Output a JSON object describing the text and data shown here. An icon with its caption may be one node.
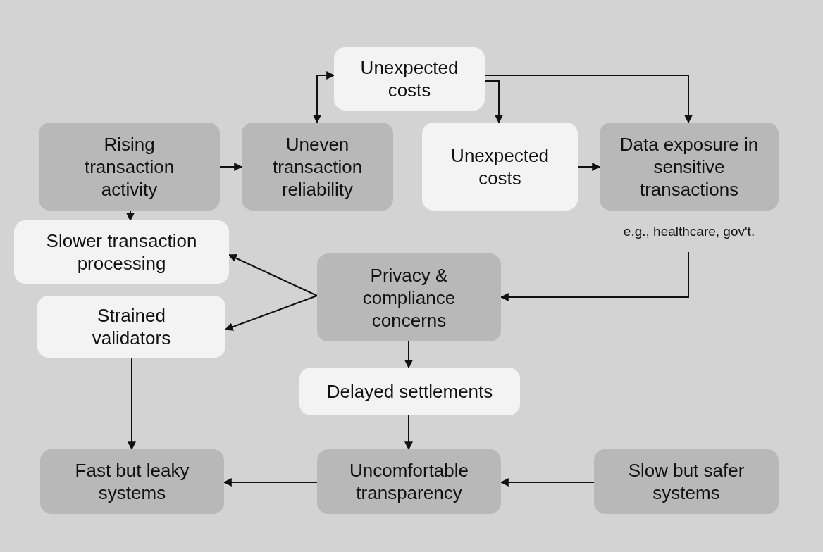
{
  "diagram": {
    "nodes": [
      {
        "text": [
          "Unexpected costs"
        ]
      },
      {
        "text": [
          "Rising transaction activity"
        ]
      },
      {
        "text": [
          "Uneven transaction reliability"
        ]
      },
      {
        "text": [
          "Unexpected costs"
        ]
      },
      {
        "text": [
          "Data exposure in sensitive transactions"
        ],
        "beside": [
          "e.g., healthcare, gov't."
        ]
      },
      {
        "text": [
          "Slower transaction processing"
        ]
      },
      {
        "text": [
          "Strained validators"
        ]
      },
      {
        "text": [
          "Privacy & compliance concerns"
        ]
      },
      {
        "text": [
          "Delayed settlements"
        ]
      },
      {
        "text": [
          "Fast but leaky systems"
        ]
      },
      {
        "text": [
          "Uncomfortable transparency"
        ]
      },
      {
        "text": [
          "Slow but safer systems"
        ]
      }
    ],
    "edges": [
      {
        "from": 0,
        "to": 2,
        "arrow": "both"
      },
      {
        "from": 0,
        "to": 3,
        "arrow": "to"
      },
      {
        "from": 0,
        "to": 4,
        "arrow": "to"
      },
      {
        "from": 1,
        "to": 2,
        "arrow": "to"
      },
      {
        "from": 3,
        "to": 4,
        "arrow": "to"
      },
      {
        "from": 1,
        "to": 5,
        "arrow": "to"
      },
      {
        "from": 7,
        "to": 5,
        "arrow": "to"
      },
      {
        "from": 7,
        "to": 6,
        "arrow": "to"
      },
      {
        "from": 4,
        "to": 7,
        "arrow": "to"
      },
      {
        "from": 7,
        "to": 8,
        "arrow": "to"
      },
      {
        "from": 8,
        "to": 10,
        "arrow": "to"
      },
      {
        "from": 11,
        "to": 10,
        "arrow": "to"
      },
      {
        "from": 10,
        "to": 9,
        "arrow": "to"
      },
      {
        "from": 6,
        "to": 9,
        "arrow": "to"
      }
    ]
  }
}
